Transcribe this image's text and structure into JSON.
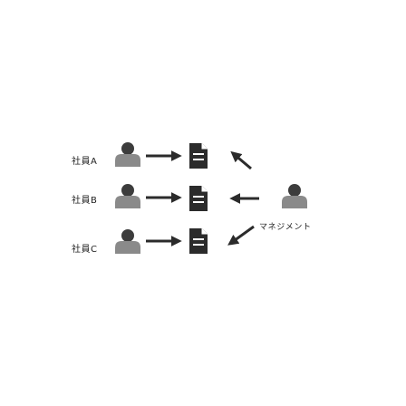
{
  "colors": {
    "icon": "#2b2b2b",
    "person_head": "#3c3c3c",
    "person_body": "#8a8a8a"
  },
  "icons": {
    "person": "person-icon",
    "document": "document-icon",
    "arrow": "arrow-icon"
  },
  "employees": [
    {
      "label": "社員A"
    },
    {
      "label": "社員B"
    },
    {
      "label": "社員C"
    }
  ],
  "manager": {
    "label": "マネジメント"
  }
}
